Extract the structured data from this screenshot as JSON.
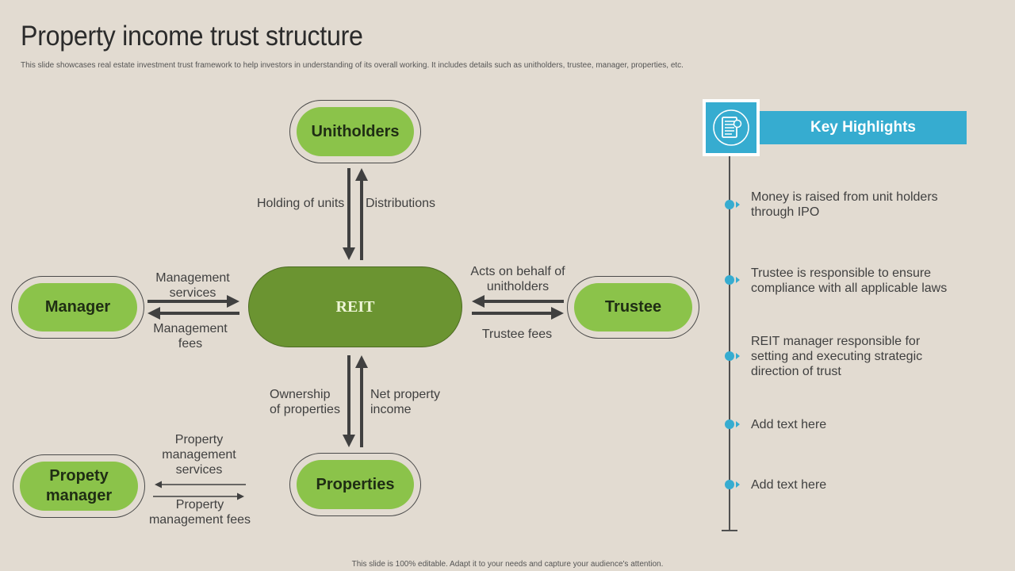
{
  "header": {
    "title": "Property income trust structure",
    "subtitle": "This slide showcases real estate investment trust framework to help investors in understanding of its overall working. It includes details such as unitholders, trustee, manager, properties, etc."
  },
  "diagram": {
    "nodes": {
      "unitholders": "Unitholders",
      "reit": "REIT",
      "manager": "Manager",
      "trustee": "Trustee",
      "properties": "Properties",
      "property_manager_line1": "Propety",
      "property_manager_line2": "manager"
    },
    "flows": {
      "holding_of_units": "Holding of units",
      "distributions": "Distributions",
      "management_services_l1": "Management",
      "management_services_l2": "services",
      "management_fees_l1": "Management",
      "management_fees_l2": "fees",
      "acts_on_behalf_l1": "Acts on behalf of",
      "acts_on_behalf_l2": "unitholders",
      "trustee_fees": "Trustee  fees",
      "ownership_l1": "Ownership",
      "ownership_l2": "of properties",
      "net_income_l1": "Net property",
      "net_income_l2": "income",
      "pm_services_l1": "Property",
      "pm_services_l2": "management",
      "pm_services_l3": "services",
      "pm_fees_l1": "Property",
      "pm_fees_l2": "management fees"
    },
    "colors": {
      "node_fill": "#8bc34a",
      "reit_fill": "#6b9431",
      "arrow": "#404040"
    }
  },
  "highlights": {
    "heading": "Key Highlights",
    "icon": "document-cycle-icon",
    "accent": "#36acd0",
    "items": [
      {
        "text": "Money is raised from unit holders through IPO"
      },
      {
        "text": "Trustee  is responsible to ensure compliance with all applicable laws"
      },
      {
        "text": "REIT  manager responsible for setting and executing  strategic direction of trust"
      },
      {
        "text": "Add text  here"
      },
      {
        "text": "Add text  here"
      }
    ]
  },
  "footer": {
    "note": "This slide is 100% editable.  Adapt it to your needs and capture your audience's attention."
  }
}
